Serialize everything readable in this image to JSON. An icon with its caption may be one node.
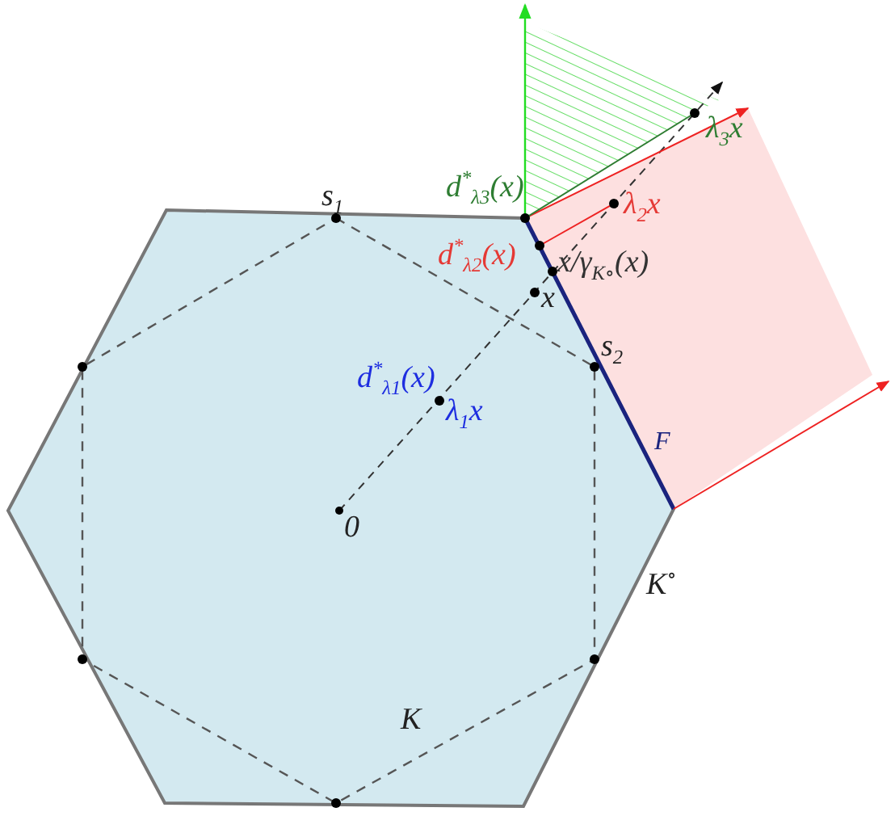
{
  "diagram": {
    "labels": [
      "s$_{1}$",
      "d$^{*}$$_{λ3}$(x)",
      "λ$_{3}$x",
      "λ$_{2}$x",
      "d$^{*}$$_{λ2}$(x)",
      "x/γ$_{K∘}$(x)",
      "x",
      "s$_{2}$",
      "d$^{*}$$_{λ1}$(x)",
      "λ$_{1}$x",
      "F",
      "0",
      "K$^{∘}$",
      "K"
    ]
  }
}
